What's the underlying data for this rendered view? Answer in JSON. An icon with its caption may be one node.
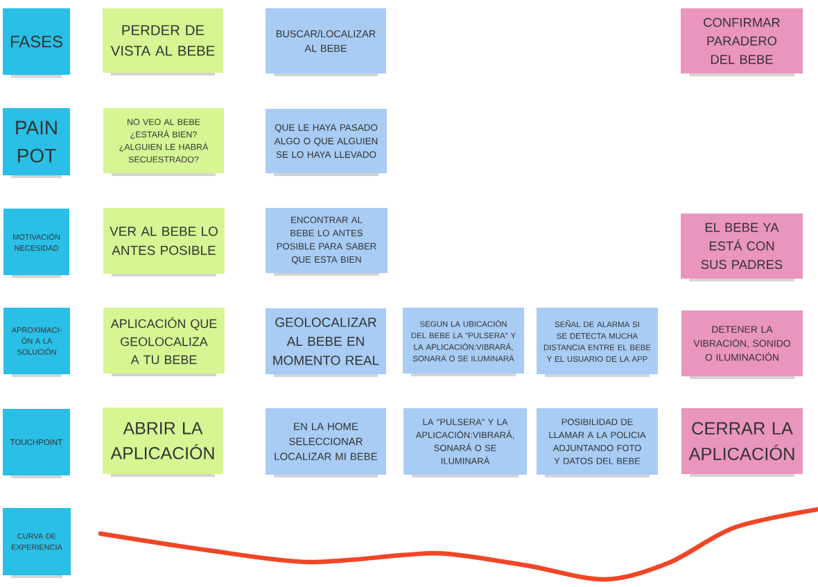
{
  "diagram": {
    "nodes": [
      {
        "text": [
          "FASES"
        ]
      },
      {
        "text": [
          "PERDER DE VISTA AL BEBE"
        ]
      },
      {
        "text": [
          "BUSCAR/LOCALIZAR AL BEBE"
        ]
      },
      {
        "text": [
          "CONFIRMAR PARADERO DEL BEBE"
        ]
      },
      {
        "text": [
          "PAIN POT"
        ]
      },
      {
        "text": [
          "NO VEO AL BEBE ¿ESTARÁ BIEN? ¿ALGUIEN LE HABRÁ SECUESTRADO?"
        ]
      },
      {
        "text": [
          "QUE LE HAYA PASADO ALGO O QUE ALGUIEN SE LO HAYA LLEVADO"
        ]
      },
      {
        "text": [
          "MOTIVACIÓN NECESIDAD"
        ]
      },
      {
        "text": [
          "VER AL BEBE LO ANTES POSIBLE"
        ]
      },
      {
        "text": [
          "ENCONTRAR AL BEBE LO ANTES POSIBLE PARA SABER QUE ESTA BIEN"
        ]
      },
      {
        "text": [
          "EL BEBE YA ESTÁ CON SUS PADRES"
        ]
      },
      {
        "text": [
          "APROXIMACI-ÓN A LA SOLUCIÓN"
        ]
      },
      {
        "text": [
          "APLICACIÓN QUE GEOLOCALIZA A TU BEBE"
        ]
      },
      {
        "text": [
          "GEOLOCALIZAR AL BEBE EN MOMENTO REAL"
        ]
      },
      {
        "text": [
          "SEGUN LA UBICACIÓN DEL BEBE LA \"PULSERA\" Y LA APLICACIÓN:VIBRARÁ, SONARÁ O SE ILUMINARÁ"
        ]
      },
      {
        "text": [
          "SEÑAL DE ALARMA SI SE DETECTA MUCHA DISTANCIA ENTRE EL BEBE Y EL USUARIO DE LA APP"
        ]
      },
      {
        "text": [
          "DETENER LA VIBRACIÓN, SONIDO O ILUMINACIÓN"
        ]
      },
      {
        "text": [
          "TOUCHPOINT"
        ]
      },
      {
        "text": [
          "ABRIR LA APLICACIÓN"
        ]
      },
      {
        "text": [
          "EN LA HOME SELECCIONAR LOCALIZAR MI BEBE"
        ]
      },
      {
        "text": [
          "LA \"PULSERA\" Y LA APLICACIÓN:VIBRARÁ, SONARÁ O SE ILUMINARÁ"
        ]
      },
      {
        "text": [
          "POSIBILIDAD DE LLAMAR A LA POLICIA ADJUNTANDO FOTO Y DATOS DEL BEBE"
        ]
      },
      {
        "text": [
          "CERRAR LA APLICACIÓN"
        ]
      },
      {
        "text": [
          "CURVA DE EXPERIENCIA"
        ]
      }
    ]
  }
}
